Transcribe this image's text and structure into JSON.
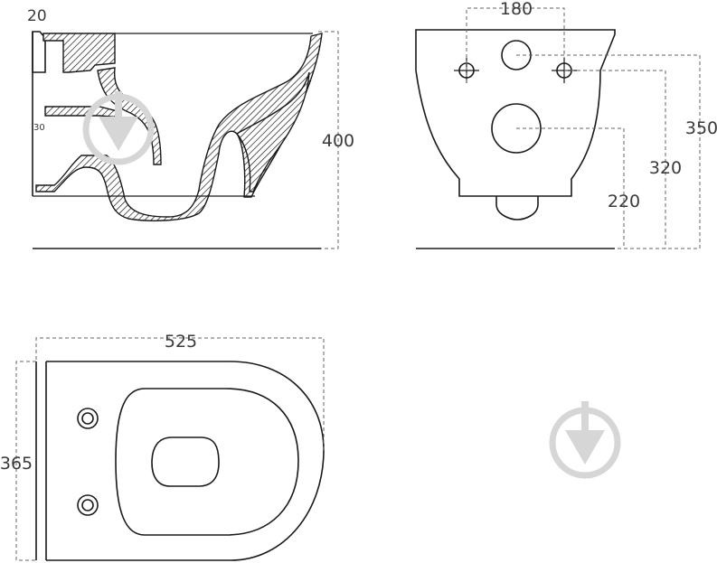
{
  "side_view": {
    "dims": {
      "top_offset": "20",
      "inlet": "30",
      "height": "400"
    }
  },
  "back_view": {
    "dims": {
      "bolt_spacing": "180",
      "bolt_height": "350",
      "inlet_height": "320",
      "outlet_height": "220"
    }
  },
  "top_view": {
    "dims": {
      "length": "525",
      "width": "365"
    }
  },
  "icons": [
    "watermark-icon",
    "watermark-icon"
  ],
  "colors": {
    "line": "#1a1a1a",
    "dimension": "#666666",
    "watermark": "#d6d6d6",
    "label": "#3a3a3a"
  }
}
